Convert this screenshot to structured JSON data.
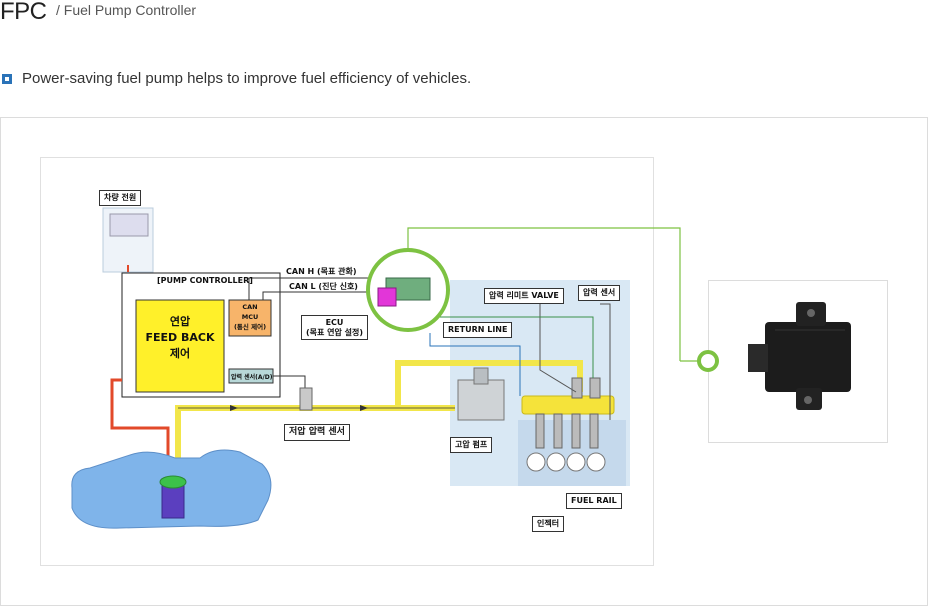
{
  "header": {
    "title": "FPC",
    "subtitle": "/ Fuel Pump Controller"
  },
  "intro": {
    "text": "Power-saving fuel pump helps to improve fuel efficiency of vehicles."
  },
  "diagram": {
    "vehicle_power": "차량 전원",
    "pump_controller": "[PUMP CONTROLLER]",
    "feedback_control": [
      "연압",
      "FEED BACK",
      "제어"
    ],
    "can_mcu": [
      "CAN",
      "MCU",
      "(통신 제어)"
    ],
    "pressure_sensor_ad": "압력 센서(A/D)",
    "can_h": "CAN H (목표 관화)",
    "can_l": "CAN L (진단 신호)",
    "ecu": [
      "ECU",
      "(목표 연압 설정)"
    ],
    "return_line": "RETURN LINE",
    "relief_valve": "압력 리미트 VALVE",
    "pressure_sensor": "압력 센서",
    "low_pressure_sensor": "저압 압력 센서",
    "high_pressure_pump": "고압 펌프",
    "fuel_rail": "FUEL RAIL",
    "injector": "인젝터"
  },
  "colors": {
    "fuel_line": "#f2e64a",
    "wire_red": "#e2492a",
    "callout_green": "#7dc242",
    "tank_blue": "#7fb4ea",
    "accent_blue": "#2a73b8"
  }
}
